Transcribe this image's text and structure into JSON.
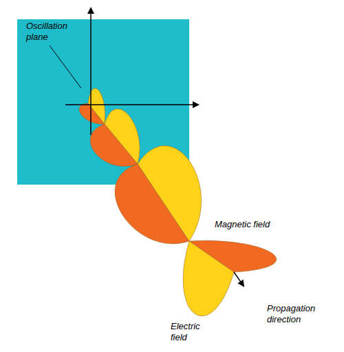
{
  "diagram": {
    "labels": [
      "Oscillation plane",
      "Magnetic field",
      "Electric field",
      "Propagation direction"
    ]
  }
}
